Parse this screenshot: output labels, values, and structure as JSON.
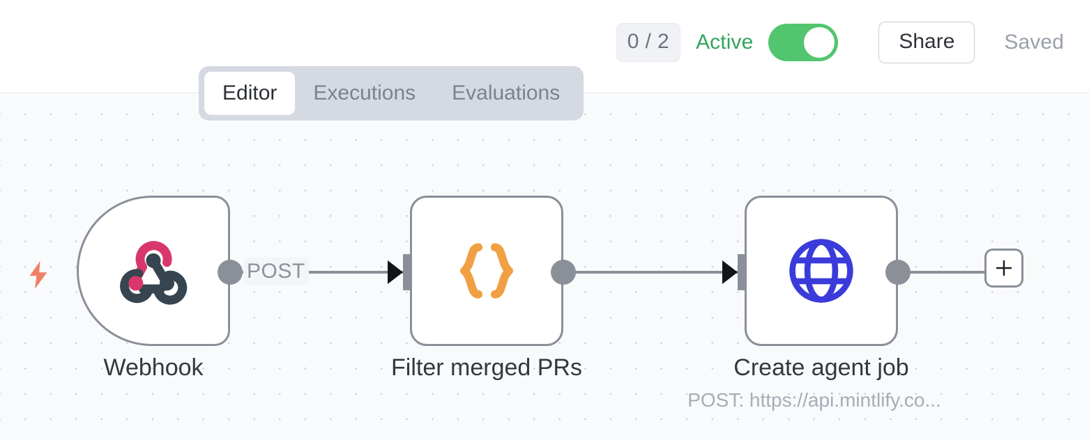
{
  "header": {
    "run_badge": "0 / 2",
    "active_label": "Active",
    "toggle_state": "on",
    "share_label": "Share",
    "saved_label": "Saved",
    "accent_green": "#52c56e",
    "active_text_color": "#33a45c"
  },
  "tabs": [
    {
      "label": "Editor",
      "active": true
    },
    {
      "label": "Executions",
      "active": false
    },
    {
      "label": "Evaluations",
      "active": false
    }
  ],
  "canvas": {
    "background": "#f9fafc",
    "dot_color": "#c8ccd6",
    "trigger_bolt_color": "#ef7f64"
  },
  "nodes": [
    {
      "id": "webhook",
      "label": "Webhook",
      "subtitle": "",
      "icon": "webhook-icon",
      "icon_colors": [
        "#d9376b",
        "#36454f"
      ],
      "shape": "trigger"
    },
    {
      "id": "filter-merged-prs",
      "label": "Filter merged PRs",
      "subtitle": "",
      "icon": "curly-braces-icon",
      "icon_colors": [
        "#f0a043"
      ],
      "shape": "block"
    },
    {
      "id": "create-agent-job",
      "label": "Create agent job",
      "subtitle": "POST: https://api.mintlify.co...",
      "icon": "globe-icon",
      "icon_colors": [
        "#3b3bdb"
      ],
      "shape": "block"
    }
  ],
  "edges": [
    {
      "from": "webhook",
      "to": "filter-merged-prs",
      "label": "POST"
    },
    {
      "from": "filter-merged-prs",
      "to": "create-agent-job",
      "label": ""
    },
    {
      "from": "create-agent-job",
      "to": "add-node",
      "label": ""
    }
  ],
  "add_node_button": {
    "icon": "plus-icon",
    "label": "+"
  }
}
